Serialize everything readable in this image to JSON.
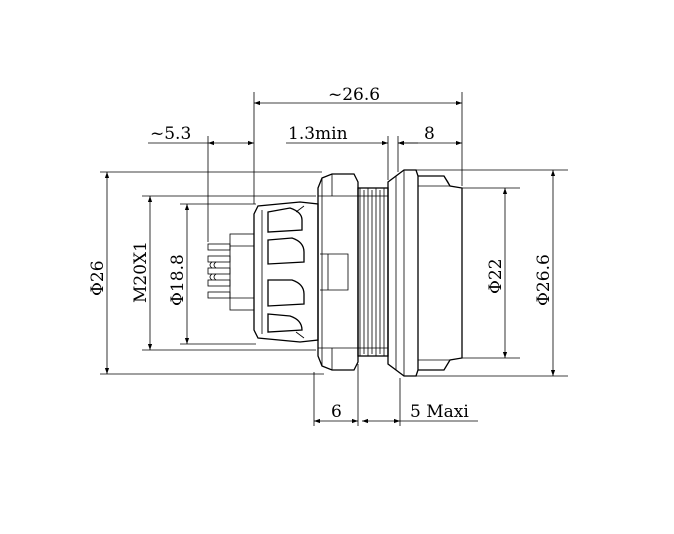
{
  "dimensions": {
    "overall_length": "~26.6",
    "pin_length": "~5.3",
    "panel_min": "1.3min",
    "front_length": "8",
    "thread_length": "6",
    "panel_max": "5 Maxi",
    "body_diameter": "Φ26",
    "thread": "M20X1",
    "pin_circle": "Φ18.8",
    "face_diameter": "Φ22",
    "flange_diameter": "Φ26.6"
  }
}
